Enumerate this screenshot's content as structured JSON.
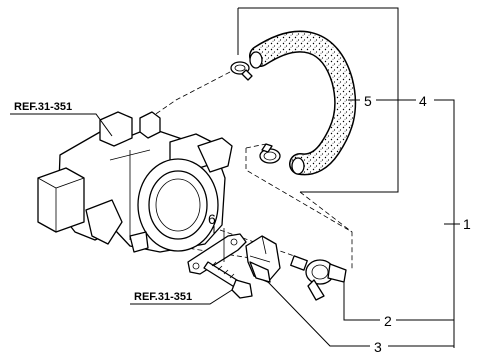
{
  "references": {
    "upper": "REF.31-351",
    "lower": "REF.31-351"
  },
  "callouts": {
    "c1": "1",
    "c2": "2",
    "c3": "3",
    "c4": "4",
    "c5": "5",
    "c6": "6"
  },
  "icons": {
    "throttle_body": "throttle-body-icon",
    "hose": "hose-icon",
    "clamp": "hose-clamp-icon",
    "valve": "valve-icon",
    "holder": "holder-icon",
    "bracket": "bracket-icon",
    "bolt": "bolt-icon"
  }
}
